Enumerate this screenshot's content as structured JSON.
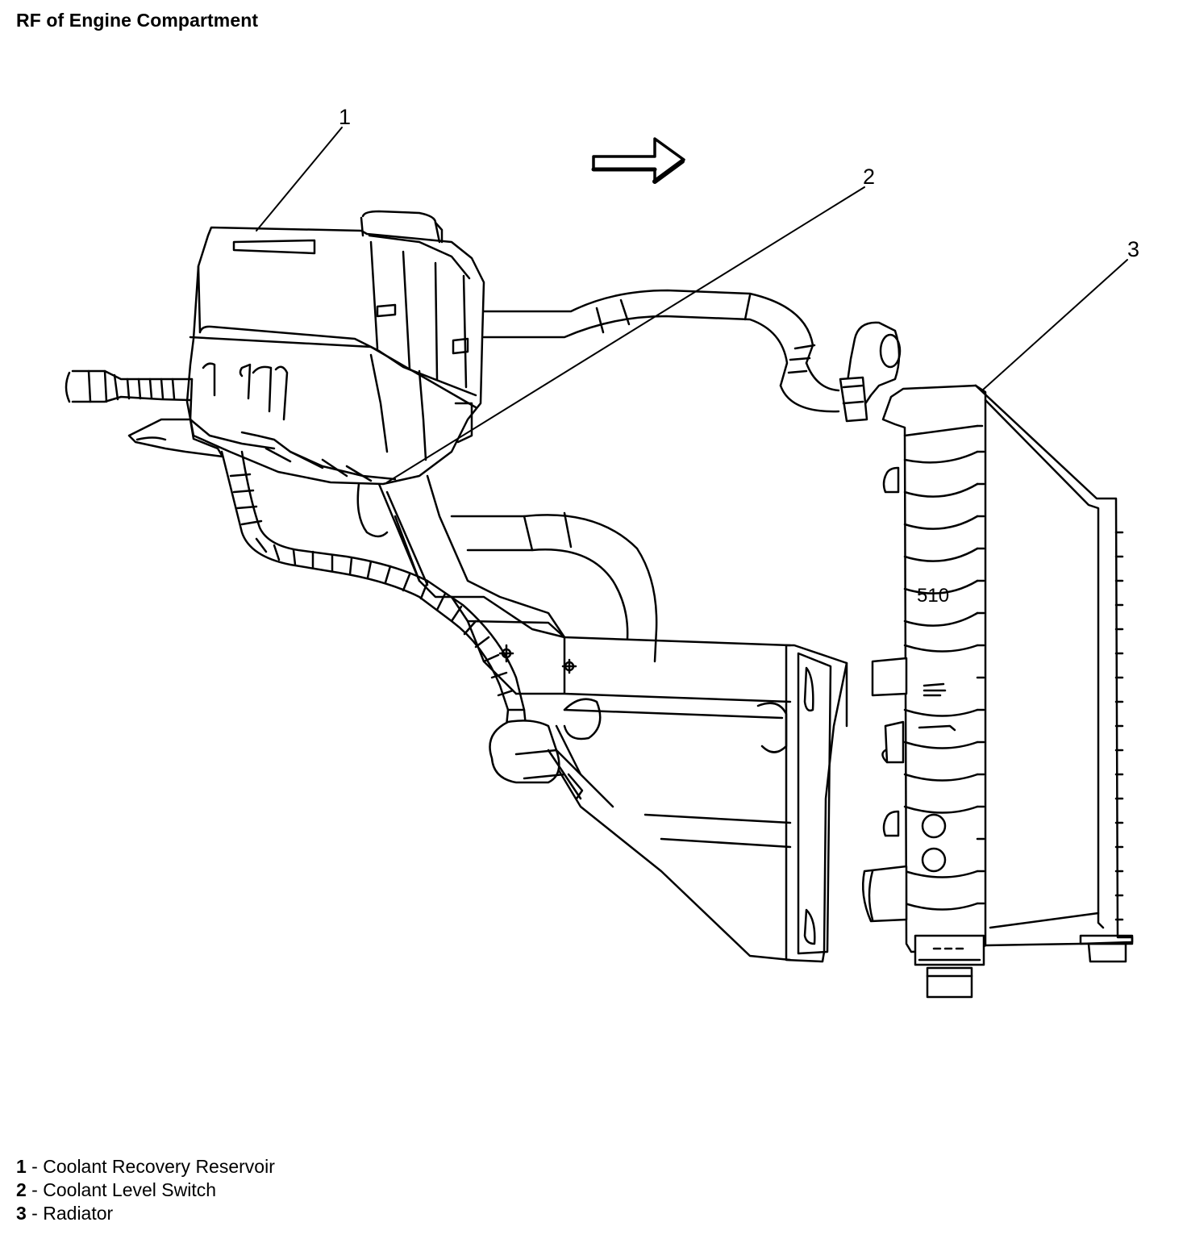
{
  "title": "RF of Engine Compartment",
  "callouts": [
    {
      "number": "1",
      "name": "Coolant Recovery Reservoir"
    },
    {
      "number": "2",
      "name": "Coolant Level Switch"
    },
    {
      "number": "3",
      "name": "Radiator"
    }
  ],
  "radiator_marking": "510",
  "icons": {
    "direction_arrow": "direction-arrow-icon"
  },
  "colors": {
    "line": "#000000",
    "background": "#ffffff"
  }
}
